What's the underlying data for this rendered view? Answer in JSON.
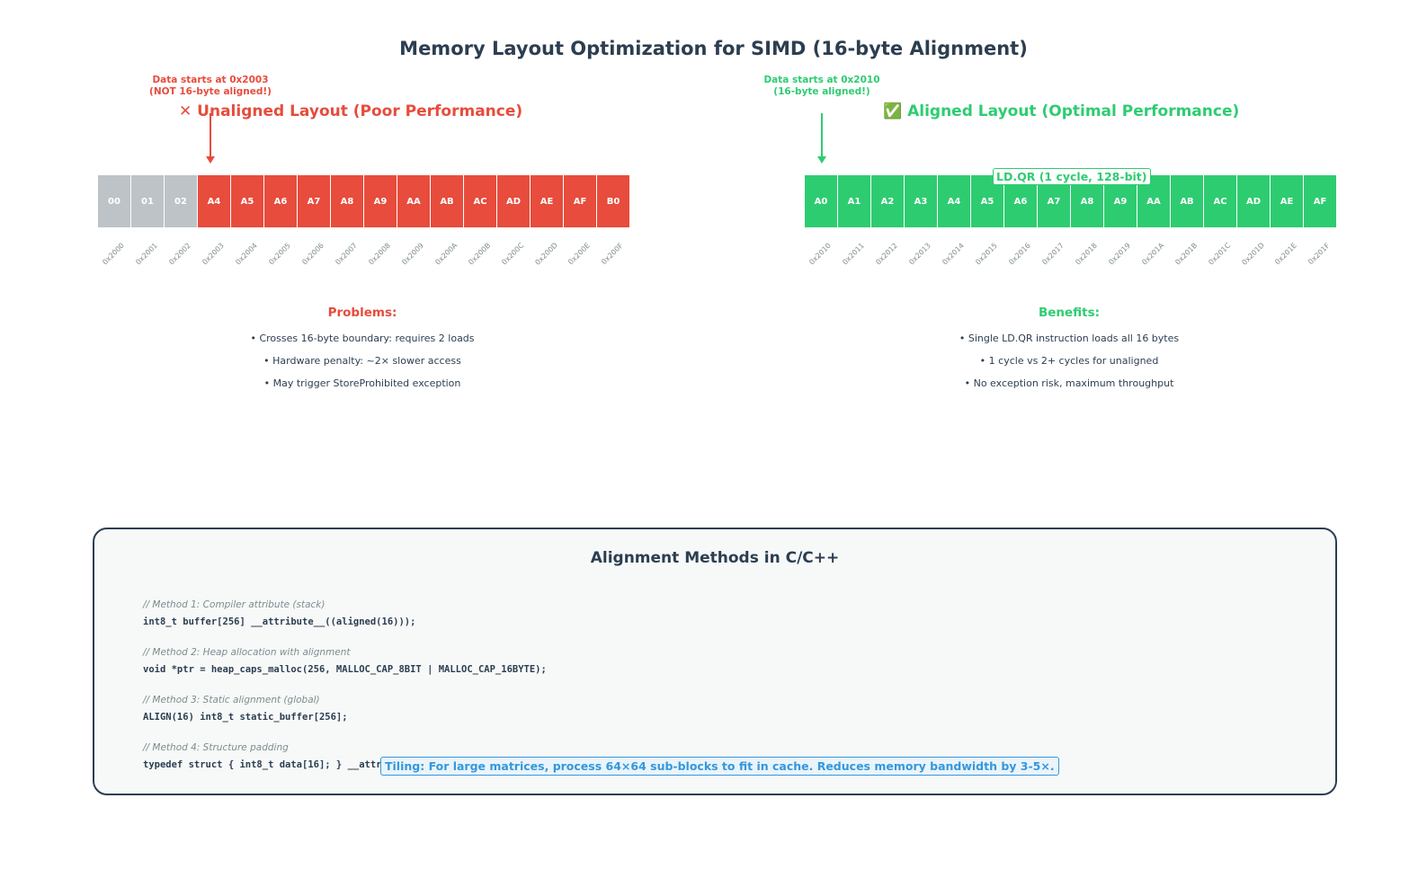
{
  "title": "Memory Layout Optimization for SIMD (16-byte Alignment)",
  "unaligned": {
    "note_line1": "Data starts at 0x2003",
    "note_line2": "(NOT 16-byte aligned!)",
    "heading": "✕ Unaligned Layout (Poor Performance)",
    "cells": [
      "00",
      "01",
      "02",
      "A4",
      "A5",
      "A6",
      "A7",
      "A8",
      "A9",
      "AA",
      "AB",
      "AC",
      "AD",
      "AE",
      "AF",
      "B0"
    ],
    "cell_kinds": [
      "padding",
      "padding",
      "padding",
      "data",
      "data",
      "data",
      "data",
      "data",
      "data",
      "data",
      "data",
      "data",
      "data",
      "data",
      "data",
      "data"
    ],
    "addresses": [
      "0x2000",
      "0x2001",
      "0x2002",
      "0x2003",
      "0x2004",
      "0x2005",
      "0x2006",
      "0x2007",
      "0x2008",
      "0x2009",
      "0x200A",
      "0x200B",
      "0x200C",
      "0x200D",
      "0x200E",
      "0x200F"
    ],
    "section_title": "Problems:",
    "bullets": [
      "• Crosses 16-byte boundary: requires 2 loads",
      "• Hardware penalty: ~2× slower access",
      "• May trigger StoreProhibited exception"
    ]
  },
  "aligned": {
    "note_line1": "Data starts at 0x2010",
    "note_line2": "(16-byte aligned!)",
    "heading": "✅ Aligned Layout (Optimal Performance)",
    "cells": [
      "A0",
      "A1",
      "A2",
      "A3",
      "A4",
      "A5",
      "A6",
      "A7",
      "A8",
      "A9",
      "AA",
      "AB",
      "AC",
      "AD",
      "AE",
      "AF"
    ],
    "addresses": [
      "0x2010",
      "0x2011",
      "0x2012",
      "0x2013",
      "0x2014",
      "0x2015",
      "0x2016",
      "0x2017",
      "0x2018",
      "0x2019",
      "0x201A",
      "0x201B",
      "0x201C",
      "0x201D",
      "0x201E",
      "0x201F"
    ],
    "load_label": "LD.QR (1 cycle, 128-bit)",
    "section_title": "Benefits:",
    "bullets": [
      "• Single LD.QR instruction loads all 16 bytes",
      "• 1 cycle vs 2+ cycles for unaligned",
      "• No exception risk, maximum throughput"
    ]
  },
  "methods": {
    "title": "Alignment Methods in C/C++",
    "items": [
      {
        "comment": "// Method 1: Compiler attribute (stack)",
        "code": "int8_t buffer[256] __attribute__((aligned(16)));"
      },
      {
        "comment": "// Method 2: Heap allocation with alignment",
        "code": "void *ptr = heap_caps_malloc(256, MALLOC_CAP_8BIT | MALLOC_CAP_16BYTE);"
      },
      {
        "comment": "// Method 3: Static alignment (global)",
        "code": "ALIGN(16) int8_t static_buffer[256];"
      },
      {
        "comment": "// Method 4: Structure padding",
        "code": "typedef struct { int8_t data[16]; } __attribute__((aligned(16))) vec16_t;"
      }
    ],
    "tiling_note": "Tiling: For large matrices, process 64×64 sub-blocks to fit in cache. Reduces memory bandwidth by 3-5×."
  },
  "colors": {
    "bad": "#e74c3c",
    "good": "#2ecc71",
    "padding": "#bdc3c7",
    "info": "#3498db",
    "text": "#2c3e50"
  }
}
